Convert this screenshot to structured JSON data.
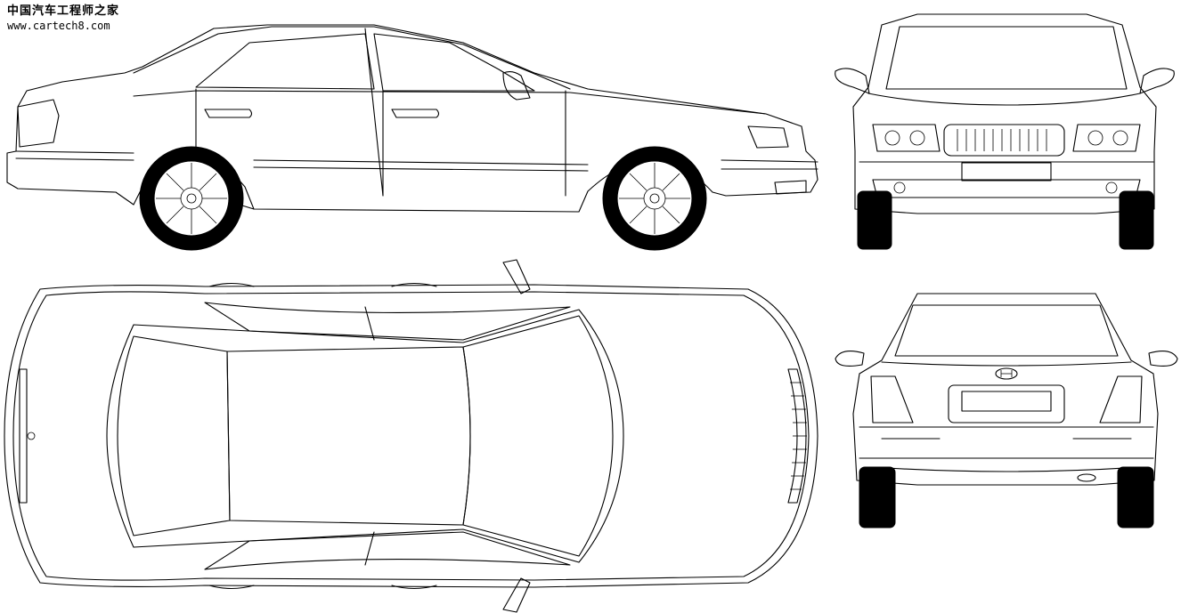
{
  "watermark": {
    "site_name_cn": "中国汽车工程师之家",
    "url": "www.cartech8.com"
  },
  "drawing": {
    "views": [
      "side",
      "front",
      "top",
      "rear"
    ],
    "rear_badge_icon": "hyundai-logo-icon"
  }
}
